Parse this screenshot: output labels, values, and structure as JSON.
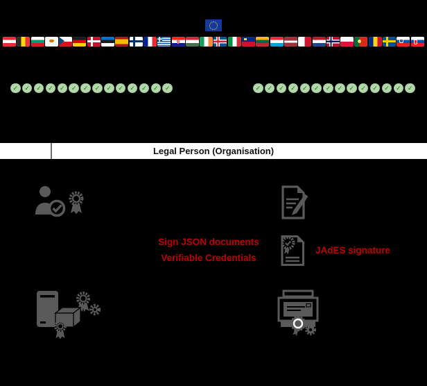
{
  "diagram": {
    "background_color": "#000000",
    "icon_color": "#595959",
    "accent_color": "#c00000",
    "badge_fill_color": "#b3d8ab"
  },
  "eu_banner": {
    "eu_flag_icon": "eu-flag-icon",
    "flags": [
      {
        "code": "at",
        "name": "Austria"
      },
      {
        "code": "be",
        "name": "Belgium"
      },
      {
        "code": "bg",
        "name": "Bulgaria"
      },
      {
        "code": "cy",
        "name": "Cyprus"
      },
      {
        "code": "cz",
        "name": "Czechia"
      },
      {
        "code": "de",
        "name": "Germany"
      },
      {
        "code": "dk",
        "name": "Denmark"
      },
      {
        "code": "ee",
        "name": "Estonia"
      },
      {
        "code": "es",
        "name": "Spain"
      },
      {
        "code": "fi",
        "name": "Finland"
      },
      {
        "code": "fr",
        "name": "France"
      },
      {
        "code": "gr",
        "name": "Greece"
      },
      {
        "code": "hr",
        "name": "Croatia"
      },
      {
        "code": "hu",
        "name": "Hungary"
      },
      {
        "code": "ie",
        "name": "Ireland"
      },
      {
        "code": "is",
        "name": "Iceland"
      },
      {
        "code": "it",
        "name": "Italy"
      },
      {
        "code": "li",
        "name": "Liechtenstein"
      },
      {
        "code": "lt",
        "name": "Lithuania"
      },
      {
        "code": "lu",
        "name": "Luxembourg"
      },
      {
        "code": "lv",
        "name": "Latvia"
      },
      {
        "code": "mt",
        "name": "Malta"
      },
      {
        "code": "nl",
        "name": "Netherlands"
      },
      {
        "code": "no",
        "name": "Norway"
      },
      {
        "code": "pl",
        "name": "Poland"
      },
      {
        "code": "pt",
        "name": "Portugal"
      },
      {
        "code": "ro",
        "name": "Romania"
      },
      {
        "code": "se",
        "name": "Sweden"
      },
      {
        "code": "si",
        "name": "Slovenia"
      },
      {
        "code": "sk",
        "name": "Slovakia"
      }
    ]
  },
  "trust_badges": {
    "left_count": 14,
    "right_count": 14,
    "symbol": "✓"
  },
  "table": {
    "header_label": "Legal Person (Organisation)"
  },
  "labels": {
    "sign_json_line1": "Sign JSON documents",
    "sign_json_line2": "Verifiable Credentials",
    "jades": "JAdES signature"
  },
  "icons": {
    "eu_flag": "eu-flag-icon",
    "verified_person": "verified-person-icon",
    "award_rosette": "award-rosette-icon",
    "sign_document": "sign-document-icon",
    "certificate_seal": "certificate-seal-icon",
    "signing_service": "signing-service-icon",
    "sealed_output": "sealed-output-device-icon"
  }
}
